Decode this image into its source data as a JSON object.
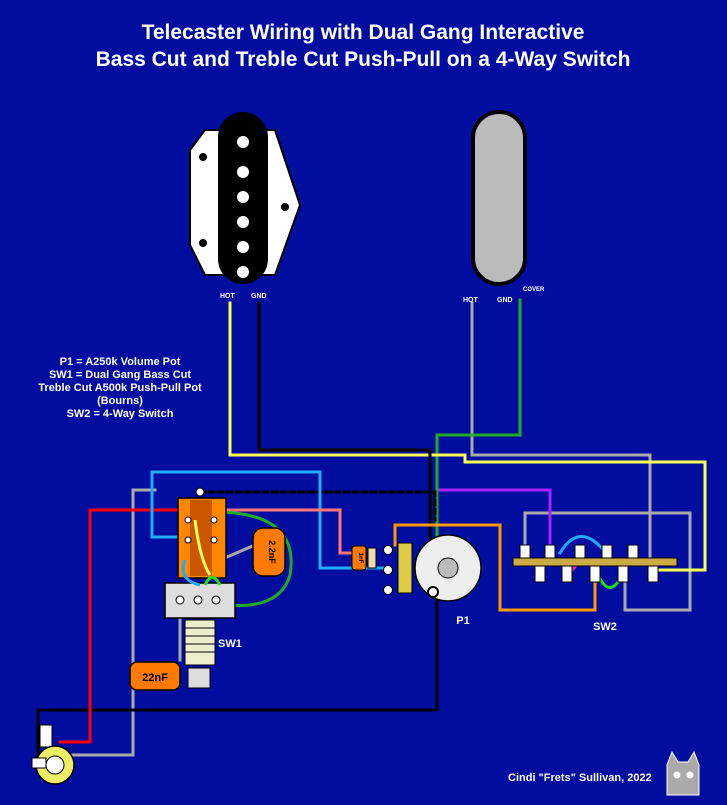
{
  "title": {
    "line1": "Telecaster Wiring with Dual Gang  Interactive",
    "line2": "Bass Cut and Treble Cut Push-Pull on a 4-Way Switch"
  },
  "legend": [
    "P1 = A250k Volume Pot",
    "SW1 = Dual Gang Bass Cut",
    "Treble Cut A500k Push-Pull Pot",
    "(Bourns)",
    "SW2 = 4-Way Switch"
  ],
  "bridge_pickup": {
    "hot_label": "HOT",
    "gnd_label": "GND"
  },
  "neck_pickup": {
    "hot_label": "HOT",
    "gnd_label": "GND",
    "cover_label": "COVER"
  },
  "components": {
    "p1_label": "P1",
    "sw1_label": "SW1",
    "sw2_label": "SW2",
    "cap_2_2nf": "2.2nF",
    "cap_22nf": "22nF",
    "cap_1nf": "1nF"
  },
  "credit": "Cindi \"Frets\" Sullivan, 2022",
  "colors": {
    "background": "#000d9e",
    "hot_wire": "#ffff55",
    "ground_wire": "#000000",
    "red_wire": "#ff0000",
    "cyan_wire": "#22aaff",
    "pink_wire": "#ff7777",
    "green_wire": "#22aa22",
    "purple_wire": "#aa22ff",
    "orange_wire": "#ff9900",
    "gray_wire": "#aaaaaa",
    "capacitor": "#ff7a00"
  }
}
